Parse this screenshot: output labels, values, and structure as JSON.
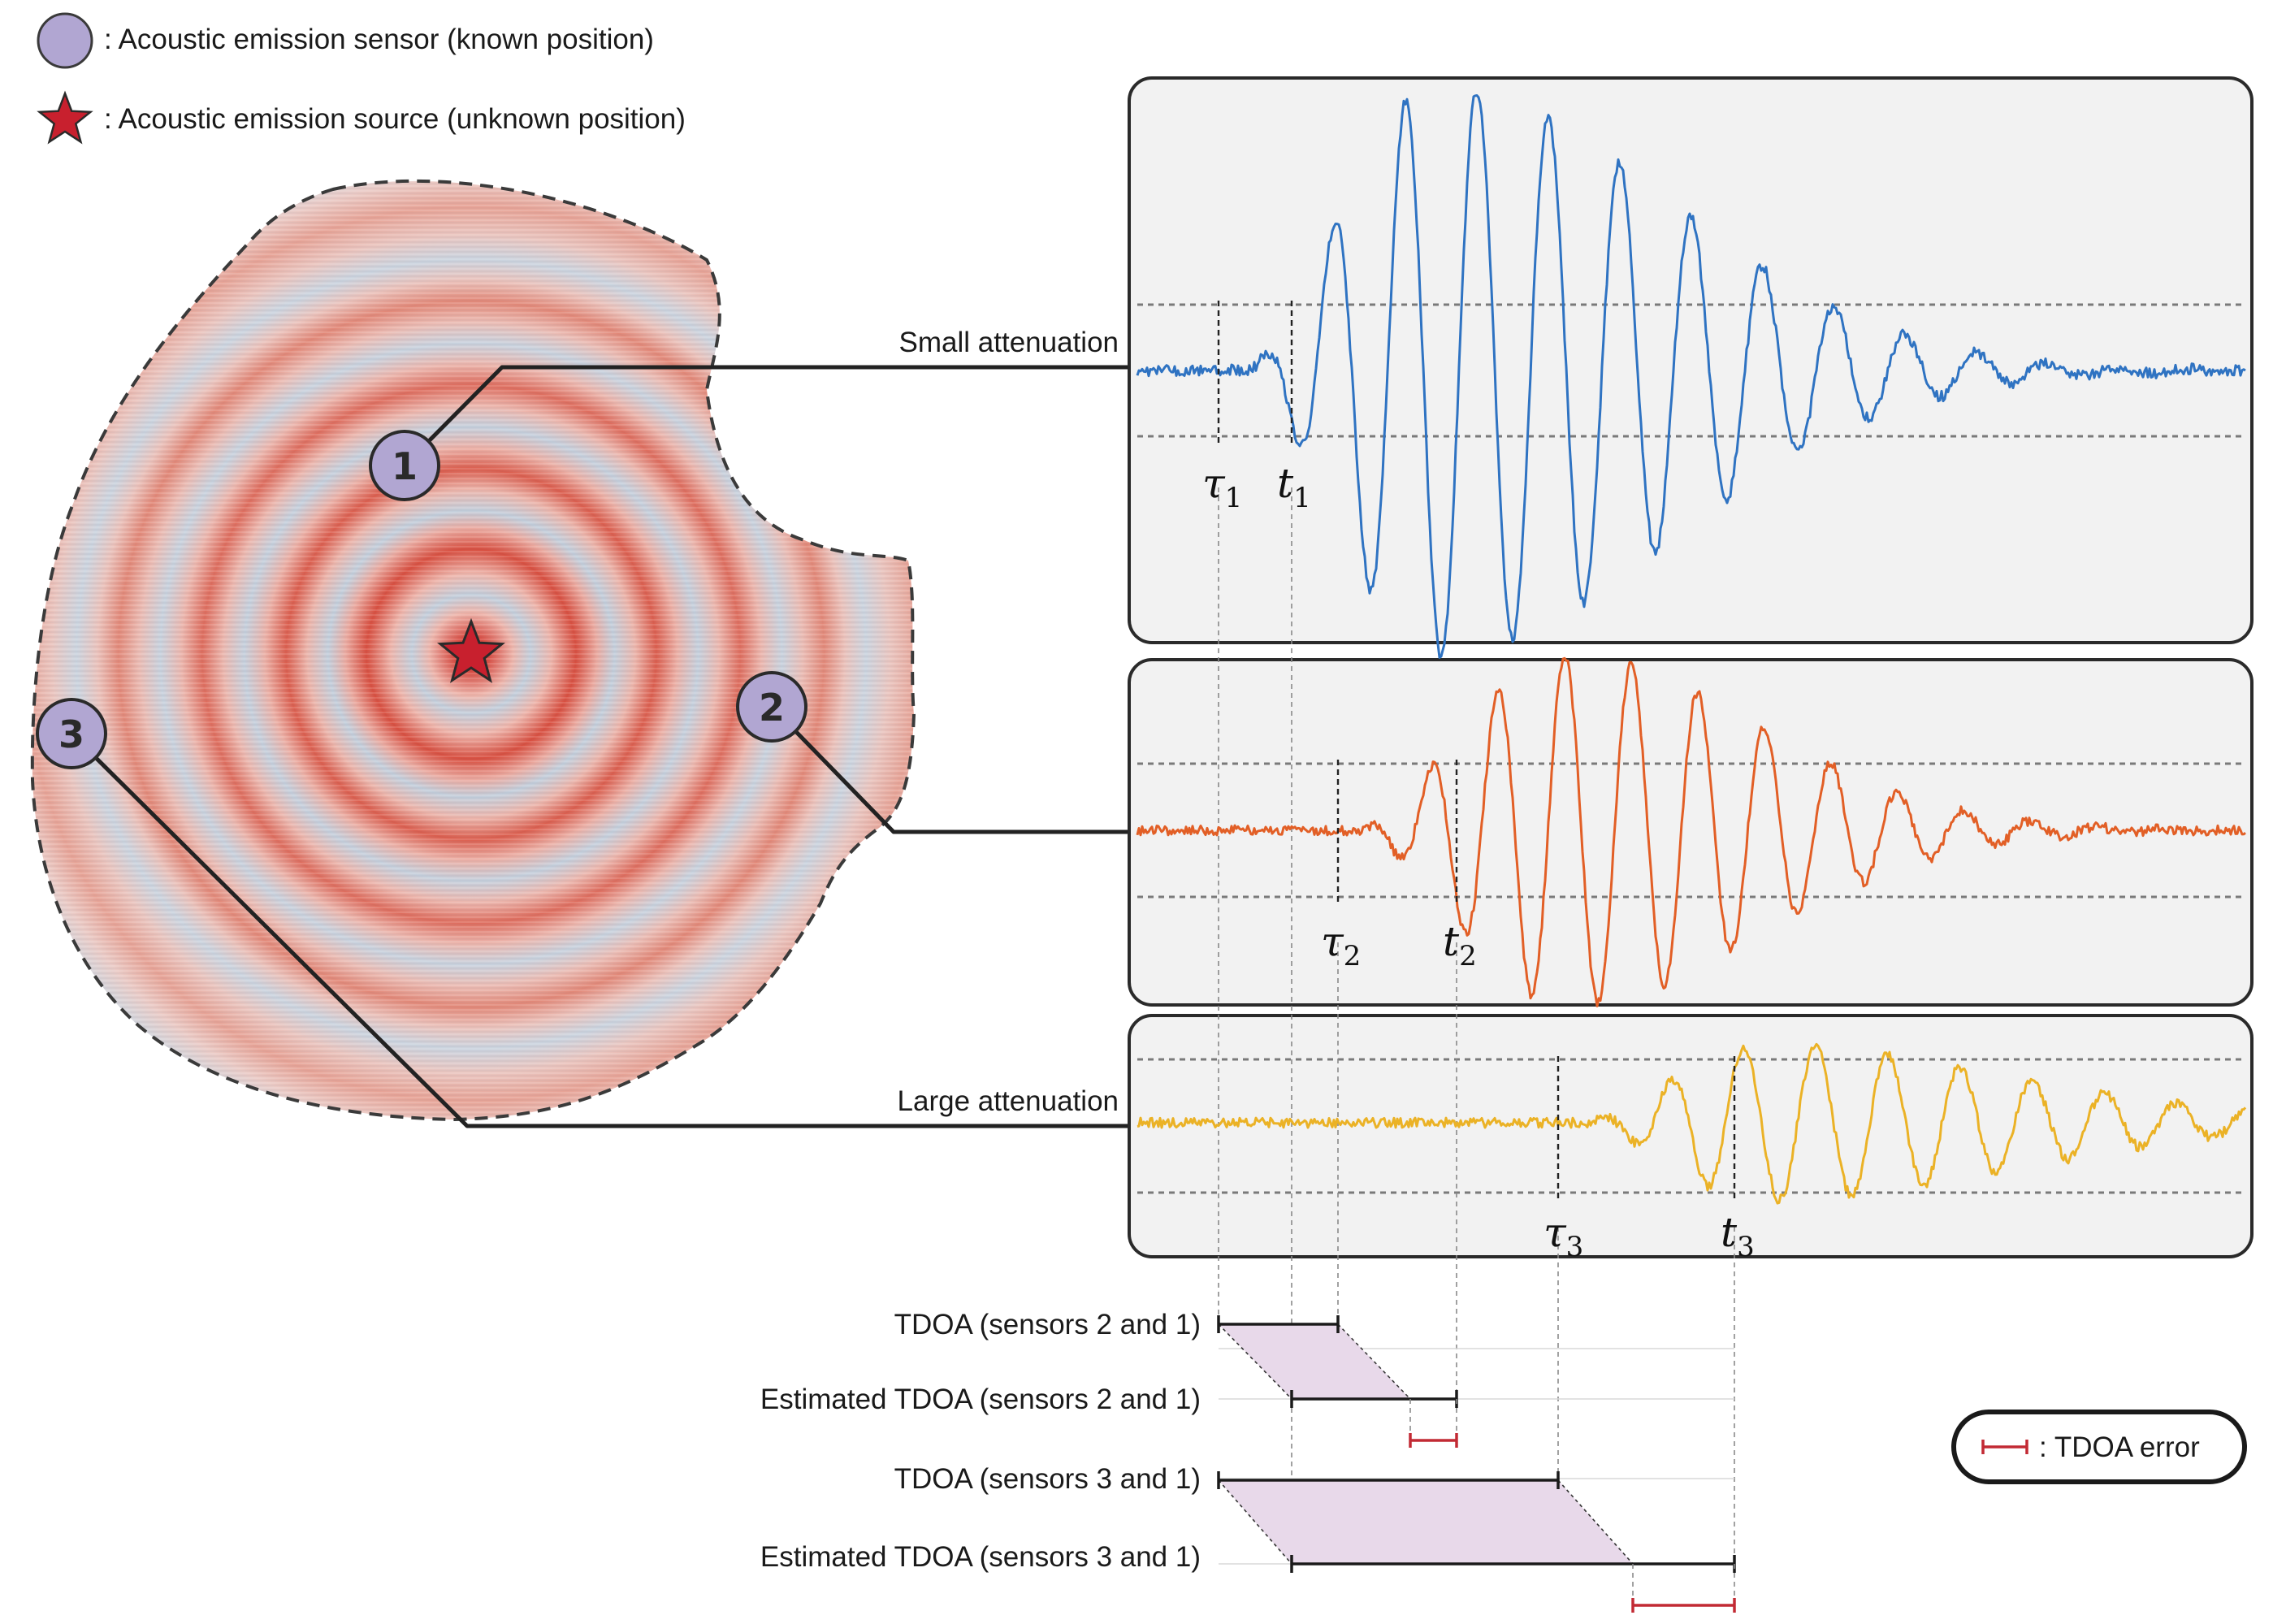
{
  "legend": {
    "sensor_label": ": Acoustic emission sensor (known position)",
    "source_label": ": Acoustic emission source (unknown position)",
    "error_label": ": TDOA error"
  },
  "colors": {
    "sensor_fill": "#b1a6d2",
    "source_star": "#c8202e",
    "ring_red": "#d84f40",
    "ring_blue": "#c3cfdc",
    "signal_sensor_1": "#2f73c2",
    "signal_sensor_2": "#e25f26",
    "signal_sensor_3": "#ebb226",
    "tdoa_error": "#c22a34",
    "tdoa_fill": "#e8d9ea"
  },
  "sensors": [
    {
      "id": 1,
      "label": "1"
    },
    {
      "id": 2,
      "label": "2"
    },
    {
      "id": 3,
      "label": "3"
    }
  ],
  "panels": [
    {
      "sensor": 1,
      "attenuation_label": "Small attenuation",
      "tau_label": "τ",
      "t_label": "t",
      "sub": "1"
    },
    {
      "sensor": 2,
      "attenuation_label": "",
      "tau_label": "τ",
      "t_label": "t",
      "sub": "2"
    },
    {
      "sensor": 3,
      "attenuation_label": "Large attenuation",
      "tau_label": "τ",
      "t_label": "t",
      "sub": "3"
    }
  ],
  "tdoa_rows": [
    {
      "label": "TDOA (sensors 2 and 1)"
    },
    {
      "label": "Estimated TDOA (sensors 2 and 1)"
    },
    {
      "label": "TDOA (sensors 3 and 1)"
    },
    {
      "label": "Estimated TDOA (sensors 3 and 1)"
    }
  ]
}
